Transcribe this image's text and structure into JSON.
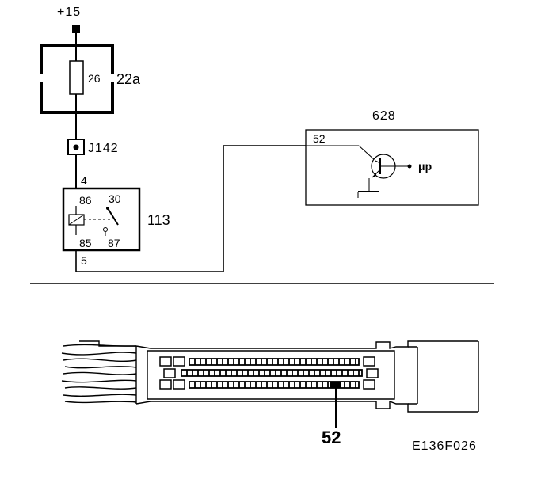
{
  "labels": {
    "supply": "+15",
    "fuse_number": "26",
    "fuse_box": "22a",
    "connector": "J142",
    "relay_pin_top": "4",
    "relay_pin_bottom": "5",
    "relay_86": "86",
    "relay_30": "30",
    "relay_85": "85",
    "relay_87": "87",
    "relay_id": "113",
    "control_unit_id": "628",
    "control_unit_pin": "52",
    "microprocessor": "μp",
    "connector_pin_callout": "52",
    "figure_code": "E136F026"
  }
}
